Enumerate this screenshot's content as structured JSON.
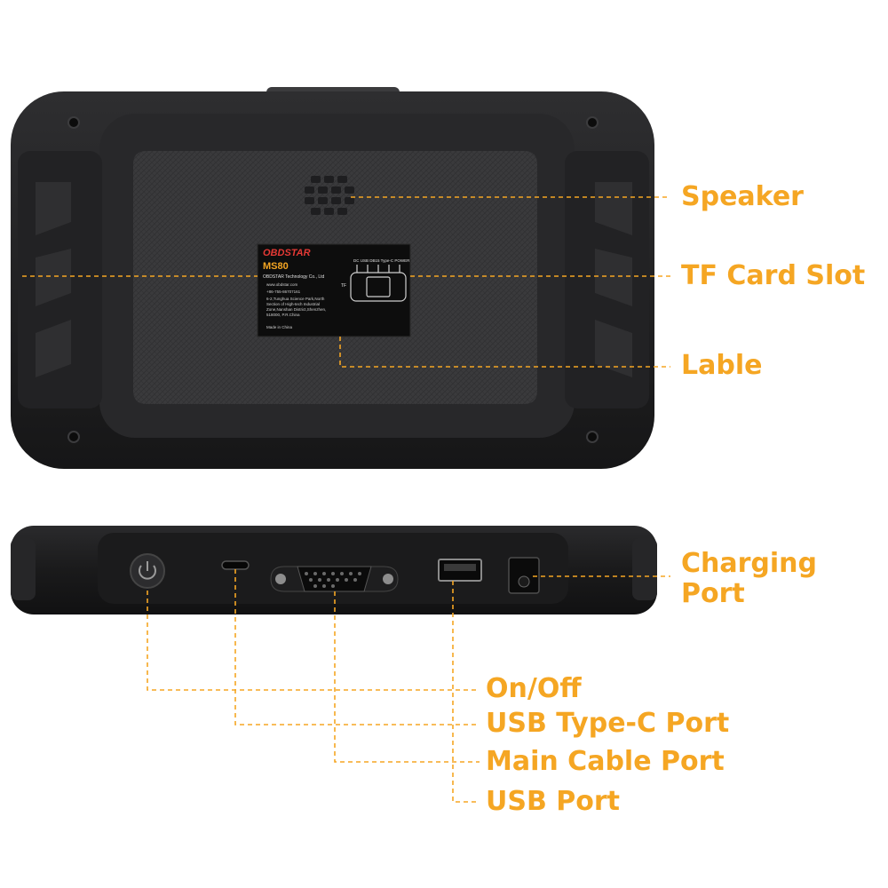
{
  "colors": {
    "accent": "#f5a623",
    "device_dark": "#1c1c1e",
    "device_panel": "#2b2b2d",
    "label_bg": "#0d0d0d"
  },
  "callouts": {
    "speaker": "Speaker",
    "tf_card_slot": "TF Card Slot",
    "lable": "Lable",
    "charging_port": "Charging\nPort",
    "on_off": "On/Off",
    "usb_type_c_port": "USB Type-C Port",
    "main_cable_port": "Main Cable Port",
    "usb_port": "USB Port"
  },
  "device_label": {
    "brand": "OBDSTAR",
    "model": "MS80",
    "company": "OBDSTAR Technology Co., Ltd",
    "website": "www.obdstar.com",
    "phone": "+86-755-86707161",
    "address_1": "6-2,Tunghua Science Park,North",
    "address_2": "Section of High-tech Industrial",
    "address_3": "Zone,Nanshan District,Shenzhen,",
    "address_4": "518000, P.R.China",
    "made_in": "Made in China",
    "port_legend": "DC  USB  DB15 Type-C POWER",
    "tf_mark": "TF"
  }
}
